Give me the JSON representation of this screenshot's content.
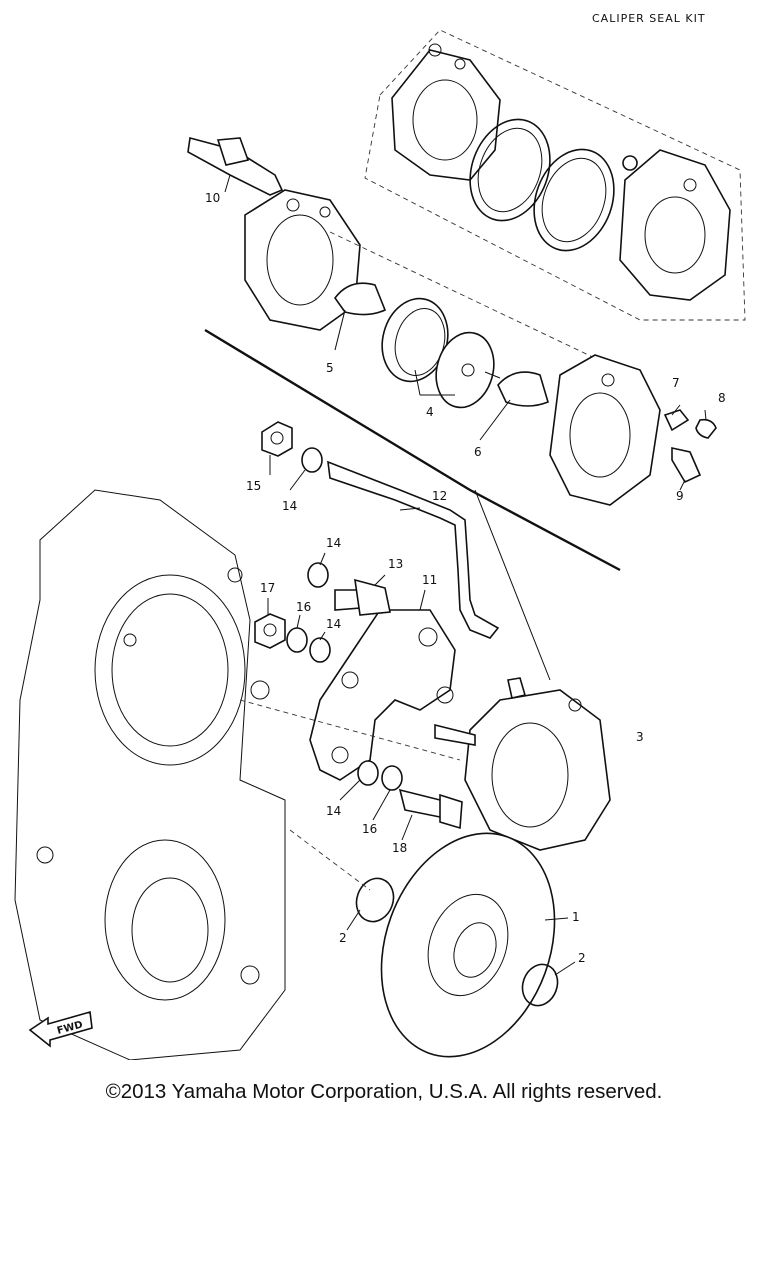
{
  "diagram": {
    "kit_title": "CALIPER SEAL KIT",
    "copyright": "©2013 Yamaha Motor Corporation, U.S.A. All rights reserved.",
    "fwd_label": "FWD",
    "callouts": {
      "c1": "1",
      "c2a": "2",
      "c2b": "2",
      "c3": "3",
      "c4": "4",
      "c5": "5",
      "c6": "6",
      "c7": "7",
      "c8": "8",
      "c9": "9",
      "c10": "10",
      "c11": "11",
      "c12": "12",
      "c13": "13",
      "c14a": "14",
      "c14b": "14",
      "c14c": "14",
      "c14d": "14",
      "c15": "15",
      "c16a": "16",
      "c16b": "16",
      "c17": "17",
      "c18": "18"
    }
  }
}
